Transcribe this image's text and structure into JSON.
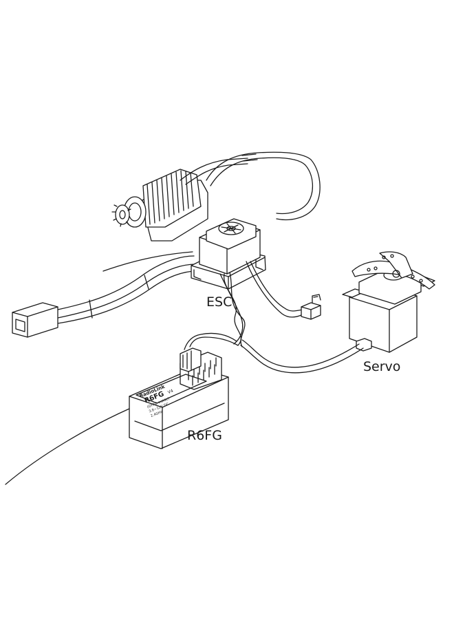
{
  "labels": {
    "esc": "ESC",
    "servo": "Servo",
    "receiver": "R6FG"
  },
  "receiver_print": {
    "brand": "RadioLink",
    "model": "R6FG",
    "version": "V4",
    "line1": "(GYRO inside)",
    "line2": "3.8~12V DC",
    "line3": "2.4GHz"
  },
  "colors": {
    "stroke": "#1a1a1a",
    "background": "#ffffff"
  }
}
